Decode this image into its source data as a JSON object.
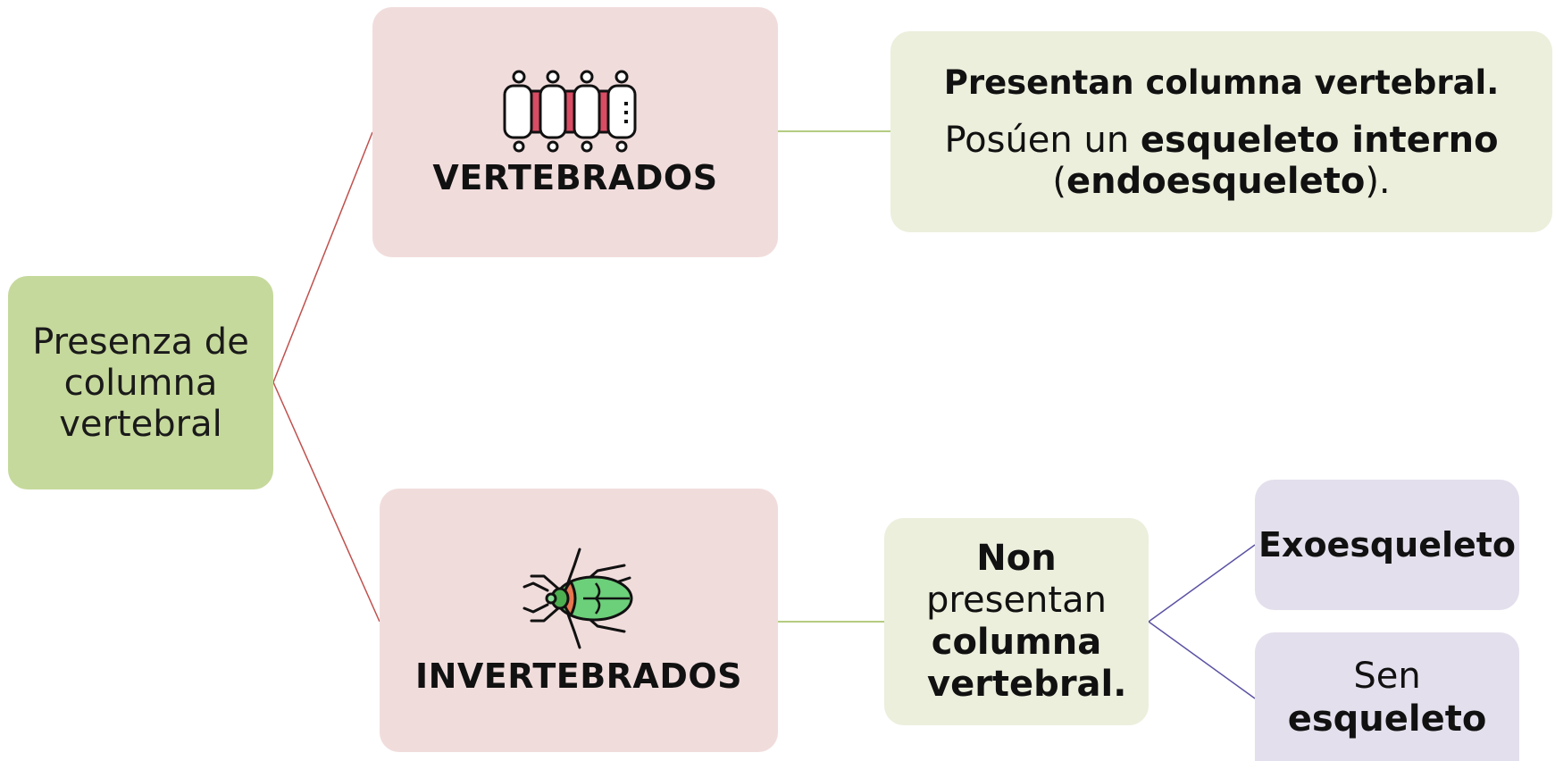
{
  "root": {
    "label": "Presenza de columna vertebral"
  },
  "vertebrados": {
    "label": "VERTEBRADOS",
    "icon": "spine-icon",
    "desc_line1": "Presentan columna vertebral.",
    "desc_pre": "Posúen un ",
    "desc_bold1": "esqueleto interno",
    "desc_open": "(",
    "desc_bold2": "endoesqueleto",
    "desc_close": ")."
  },
  "invertebrados": {
    "label": "INVERTEBRADOS",
    "icon": "beetle-icon",
    "non_bold1": "Non",
    "non_text": "presentan",
    "non_bold2": "columna vertebral.",
    "children": {
      "exo": "Exoesqueleto",
      "sen_text": "Sen",
      "sen_bold": "esqueleto"
    }
  },
  "colors": {
    "root": "#c6d99c",
    "category": "#f1dcdc",
    "description": "#ebefdc",
    "leaf": "#e4dfec",
    "root_lines": "#c0504d",
    "green_lines": "#9bbb59",
    "purple_lines": "#5b52a3"
  }
}
